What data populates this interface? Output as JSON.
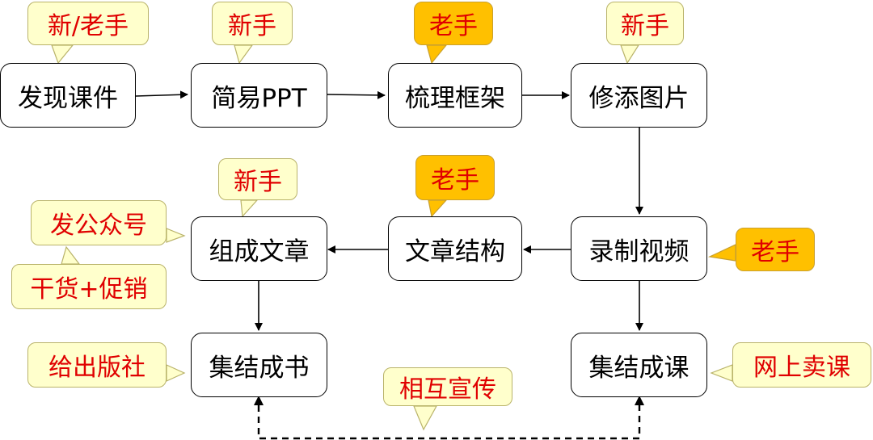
{
  "nodes": {
    "discover": "发现课件",
    "simple_ppt": "简易PPT",
    "outline": "梳理框架",
    "images": "修添图片",
    "record": "录制视频",
    "article_structure": "文章结构",
    "compose": "组成文章",
    "book": "集结成书",
    "course": "集结成课"
  },
  "tags": {
    "discover": "新/老手",
    "simple_ppt": "新手",
    "outline": "老手",
    "images": "新手",
    "article_structure": "老手",
    "compose": "新手",
    "record": "老手",
    "wechat": "发公众号",
    "promo": "干货+促销",
    "publisher": "给出版社",
    "online": "网上卖课",
    "mutual": "相互宣传"
  },
  "colors": {
    "tag_novice_bg": "#ffffcc",
    "tag_veteran_bg": "#ffc000",
    "tag_text": "#e00000"
  }
}
